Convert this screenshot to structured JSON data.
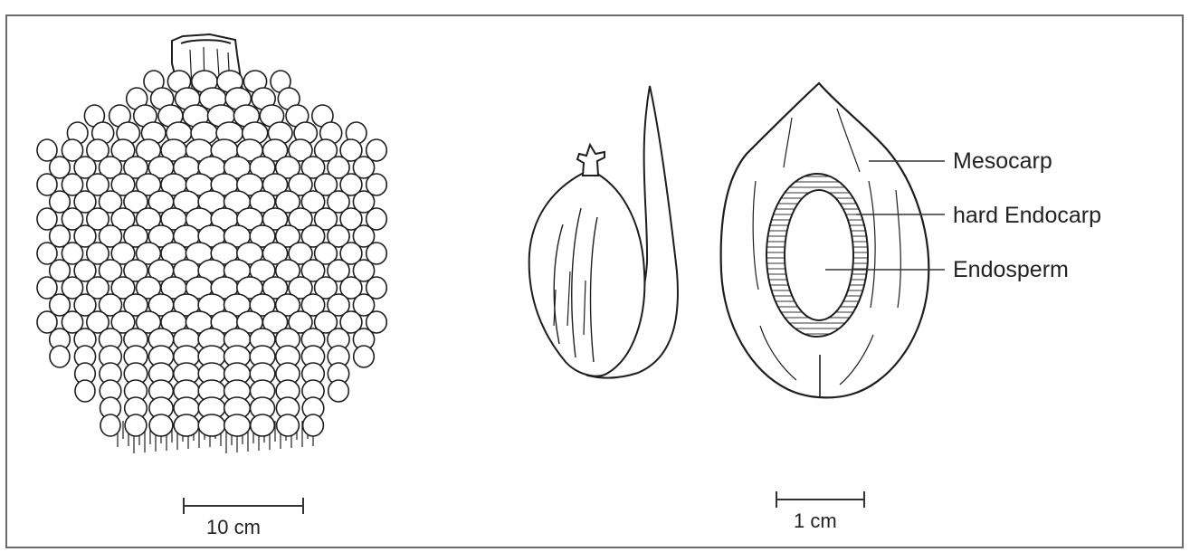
{
  "figure": {
    "labels": {
      "mesocarp": "Mesocarp",
      "hard_endocarp": "hard Endocarp",
      "endosperm": "Endosperm"
    },
    "scale_bars": {
      "infructescence": "10 cm",
      "fruit": "1 cm"
    },
    "colors": {
      "ink": "#1e1e1e",
      "background": "#ffffff",
      "frame": "#6a6a6a"
    }
  }
}
